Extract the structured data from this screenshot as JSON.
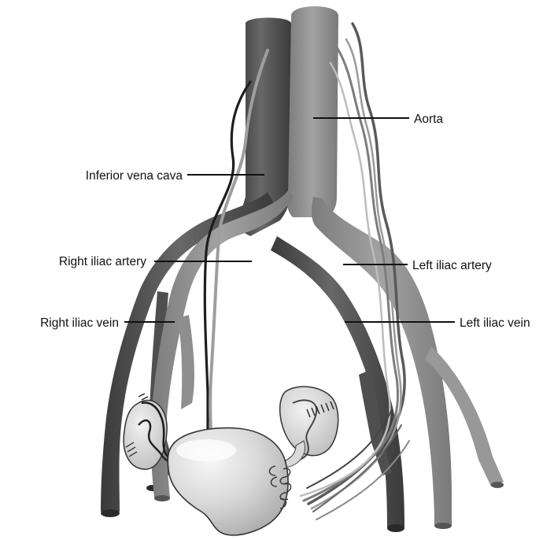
{
  "labels": {
    "aorta": "Aorta",
    "inferior_vena_cava": "Inferior vena cava",
    "right_iliac_artery": "Right iliac artery",
    "left_iliac_artery": "Left iliac artery",
    "right_iliac_vein": "Right iliac vein",
    "left_iliac_vein": "Left iliac vein"
  },
  "colors": {
    "vein": "#5c5c5c",
    "vein_dark": "#3e3e3e",
    "artery": "#8c8c8c",
    "artery_light": "#a6a6a6",
    "organ": "#cfcfcf",
    "organ_light": "#ececec",
    "leader": "#111111"
  }
}
